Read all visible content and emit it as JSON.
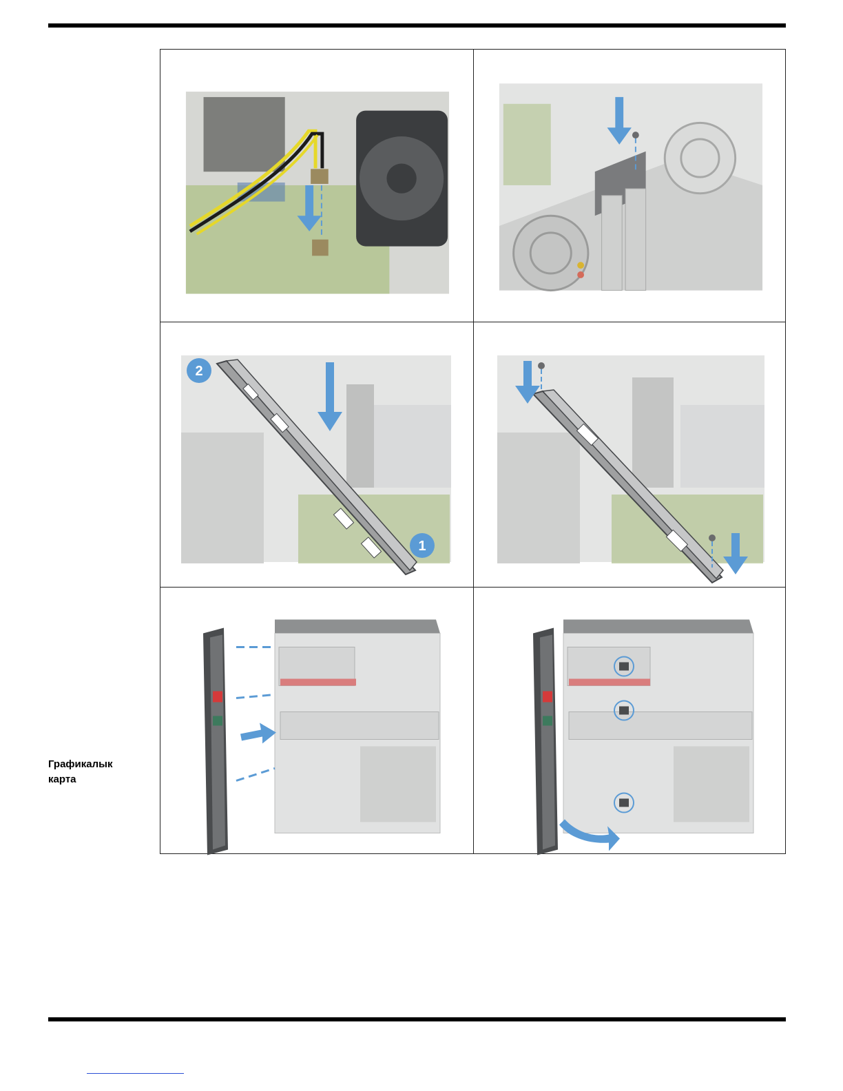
{
  "side_label": "Графикалык\nкарта",
  "steps": [
    {
      "figure": "power-cable-connect"
    },
    {
      "figure": "bracket-screw-install"
    },
    {
      "figure": "bracket-placement",
      "callouts": [
        "2",
        "1"
      ]
    },
    {
      "figure": "bracket-screws"
    },
    {
      "figure": "front-bezel-align"
    },
    {
      "figure": "front-bezel-attach"
    }
  ],
  "colors": {
    "arrow": "#5b9bd5",
    "cable_yellow": "#e6d829",
    "board_green": "#b8c79a",
    "chassis_gray": "#d9dadb"
  }
}
